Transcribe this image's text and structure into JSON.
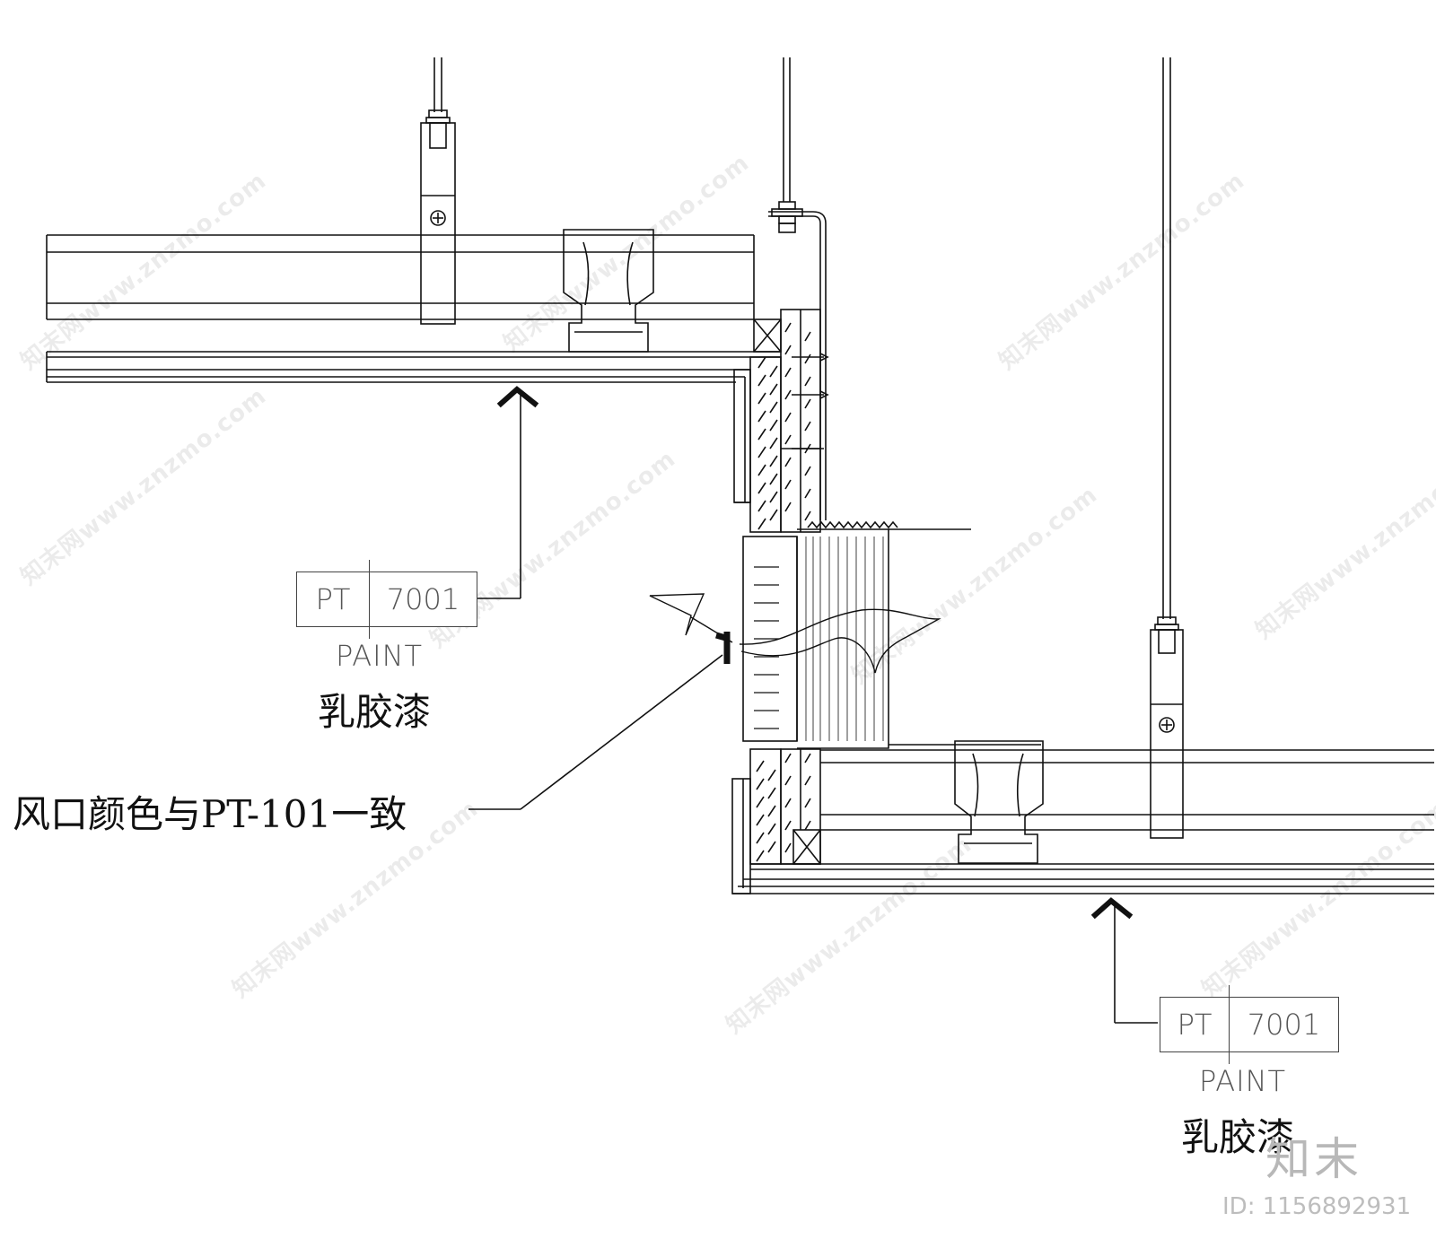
{
  "tags": [
    {
      "code": "PT",
      "number": "7001",
      "caption": "PAINT",
      "material": "乳胶漆"
    },
    {
      "code": "PT",
      "number": "7001",
      "caption": "PAINT",
      "material": "乳胶漆"
    }
  ],
  "callout": {
    "text": "风口颜色与PT-101一致"
  },
  "watermark": {
    "text": "知末网www.znzmo.com",
    "logo": "知末",
    "id": "ID: 1156892931"
  },
  "colors": {
    "line": "#111111",
    "watermark": "#b8b8b8"
  }
}
